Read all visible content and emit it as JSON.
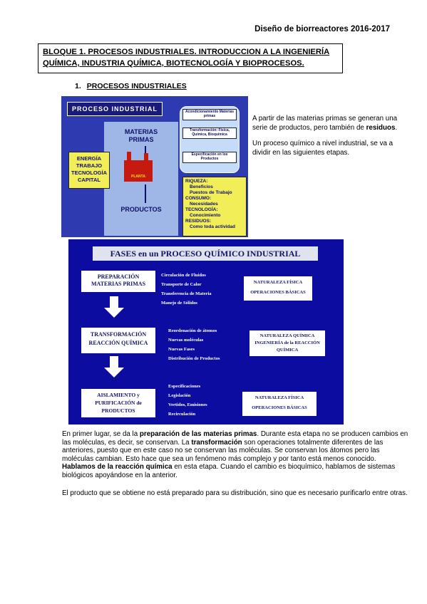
{
  "header": {
    "course": "Diseño de biorreactores 2016-2017"
  },
  "bloque": {
    "line1": "BLOQUE 1. PROCESOS INDUSTRIALES. INTRODUCCION A LA INGENIERÍA",
    "line2": "QUÍMICA, INDUSTRIA QUÍMICA, BIOTECNOLOGÍA Y BIOPROCESOS."
  },
  "section": {
    "number": "1.",
    "title": "PROCESOS INDUSTRIALES"
  },
  "diagram1": {
    "title": "PROCESO INDUSTRIAL",
    "materias1": "MATERIAS",
    "materias2": "PRIMAS",
    "productos": "PRODUCTOS",
    "planta": "PLANTA",
    "inputs": [
      "ENERGÍA",
      "TRABAJO",
      "TECNOLOGÍA",
      "CAPITAL"
    ],
    "bubble": [
      "Acondicionamiento Materias primas",
      "Transformación: Física, Química, Bioquímica",
      "Especificación en los Productos"
    ],
    "outputs": [
      "RIQUEZA:",
      "Beneficios",
      "Puestos de Trabajo",
      "CONSUMO:",
      "Necesidades",
      "TECNOLOGÍA:",
      "Conocimiento",
      "RESIDUOS:",
      "Como toda actividad"
    ]
  },
  "side": {
    "p1a": "A partir de las materias primas se generan una serie de productos, pero también de ",
    "p1b": "residuos",
    "p1c": ".",
    "p2": "Un proceso químico a nivel industrial, se va a dividir en las siguientes etapas."
  },
  "diagram2": {
    "title": "FASES en un PROCESO QUÍMICO INDUSTRIAL",
    "rows": [
      {
        "stage1": "PREPARACIÓN",
        "stage2": "MATERIAS PRIMAS",
        "items": [
          "Circulación de Fluidos",
          "Transporte de Calor",
          "Transferencia de Materia",
          "Manejo de Sólidos"
        ],
        "nature1": "NATURALEZA FÍSICA",
        "nature2": "OPERACIONES BÁSICAS"
      },
      {
        "stage1": "TRANSFORMACIÓN",
        "stage2": "REACCIÓN QUÍMICA",
        "items": [
          "Reordenación de átomos",
          "Nuevas moléculas",
          "Nuevas Fases",
          "Distribución de Productos"
        ],
        "nature1": "NATURALEZA QUÍMICA",
        "nature2": "INGENIERÍA de la REACCIÓN QUÍMICA"
      },
      {
        "stage1": "AISLAMIENTO y",
        "stage2": "PURIFICACIÓN de",
        "stage3": "PRODUCTOS",
        "items": [
          "Especificaciones",
          "Legislación",
          "Vertidos, Emisiones",
          "Recirculación"
        ],
        "nature1": "NATURALEZA FÍSICA",
        "nature2": "OPERACIONES BÁSICAS"
      }
    ]
  },
  "paragraph": {
    "a": "En primer lugar, se da la ",
    "b": "preparación de las materias primas",
    "c": ". Durante esta etapa no se producen cambios en las moléculas, es decir, se conservan. La ",
    "d": "transformación",
    "e": " son operaciones totalmente diferentes de las anteriores, puesto que en este caso no se conservan las moléculas. Se conservan los átomos pero las moléculas cambian. Esto hace que sea un fenómeno más complejo y por tanto está menos conocido. ",
    "f": "Hablamos de la reacción química",
    "g": " en esta etapa. Cuando el cambio es bioquímico, hablamos de sistemas biológicos apoyándose en la anterior."
  },
  "paragraph2": "El producto que se obtiene no está preparado para su distribución, sino que es necesario purificarlo entre otras."
}
